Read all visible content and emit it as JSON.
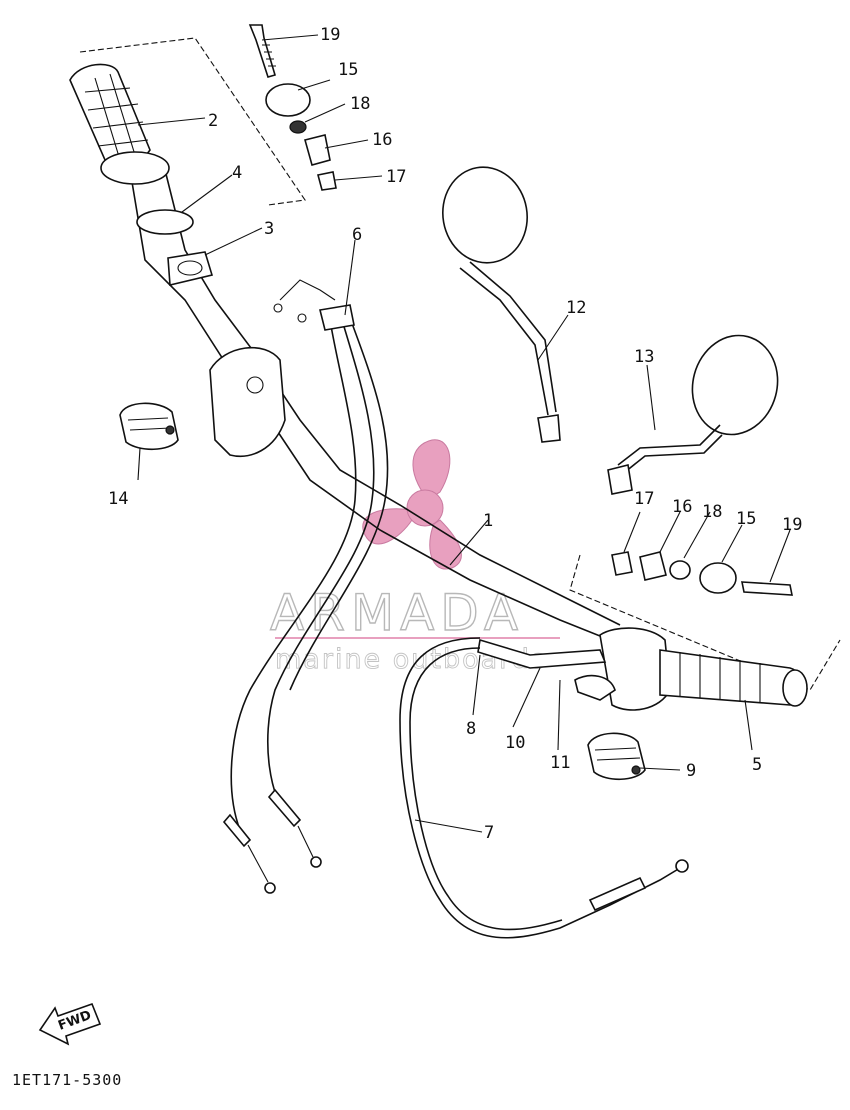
{
  "diagram": {
    "doc_code": "1ET171-5300",
    "fwd_label": "FWD",
    "watermark": {
      "brand": "ARMADA",
      "tagline": "marine outboards",
      "color": "#e8a0bf"
    },
    "callouts": [
      "1",
      "2",
      "3",
      "4",
      "5",
      "6",
      "7",
      "8",
      "9",
      "10",
      "11",
      "12",
      "13",
      "14",
      "15",
      "16",
      "17",
      "18",
      "19"
    ],
    "callouts_right_group": [
      "17",
      "16",
      "18",
      "15",
      "19"
    ]
  }
}
